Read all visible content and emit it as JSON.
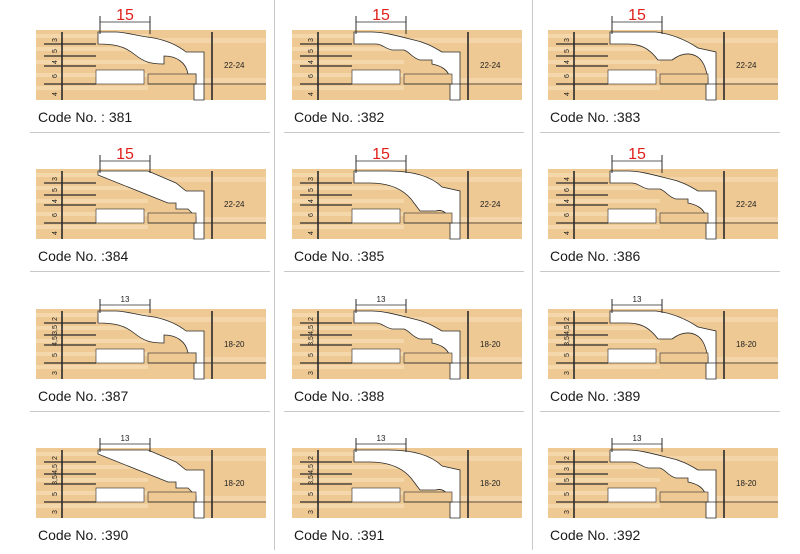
{
  "colors": {
    "wood": "#efc994",
    "wood_light": "#f7e2bd",
    "cutter": "#ffffff",
    "lines": "#2b2b2b",
    "dimension_large": "#e0201b",
    "dimension_small": "#222222"
  },
  "profiles": [
    {
      "code": "Code No. : 381",
      "width_dim": "15",
      "range": "22-24",
      "layers": [
        "3",
        "5",
        "4",
        "6",
        "4"
      ],
      "shape": "ogee"
    },
    {
      "code": "Code No. :382",
      "width_dim": "15",
      "range": "22-24",
      "layers": [
        "3",
        "5",
        "4",
        "6",
        "4"
      ],
      "shape": "step"
    },
    {
      "code": "Code No. :383",
      "width_dim": "15",
      "range": "22-24",
      "layers": [
        "3",
        "5",
        "4",
        "6",
        "4"
      ],
      "shape": "cove"
    },
    {
      "code": "Code No. :384",
      "width_dim": "15",
      "range": "22-24",
      "layers": [
        "3",
        "5",
        "4",
        "6",
        "4"
      ],
      "shape": "bevel"
    },
    {
      "code": "Code No. :385",
      "width_dim": "15",
      "range": "22-24",
      "layers": [
        "3",
        "5",
        "4",
        "6",
        "4"
      ],
      "shape": "round"
    },
    {
      "code": "Code No. :386",
      "width_dim": "15",
      "range": "22-24",
      "layers": [
        "4",
        "6",
        "4",
        "6",
        "4"
      ],
      "shape": "step"
    },
    {
      "code": "Code No. :387",
      "width_dim": "13",
      "range": "18-20",
      "layers": [
        "2",
        "3,5",
        "4,5",
        "5",
        "3"
      ],
      "shape": "ogee"
    },
    {
      "code": "Code No. :388",
      "width_dim": "13",
      "range": "18-20",
      "layers": [
        "2",
        "4,5",
        "3,5",
        "5",
        "3"
      ],
      "shape": "step"
    },
    {
      "code": "Code No. :389",
      "width_dim": "13",
      "range": "18-20",
      "layers": [
        "2",
        "4,5",
        "3,5",
        "5",
        "3"
      ],
      "shape": "cove"
    },
    {
      "code": "Code No. :390",
      "width_dim": "13",
      "range": "18-20",
      "layers": [
        "2",
        "4,5",
        "3,5",
        "5",
        "3"
      ],
      "shape": "bevel"
    },
    {
      "code": "Code No. :391",
      "width_dim": "13",
      "range": "18-20",
      "layers": [
        "2",
        "4,5",
        "3,5",
        "5",
        "3"
      ],
      "shape": "round"
    },
    {
      "code": "Code No. :392",
      "width_dim": "13",
      "range": "18-20",
      "layers": [
        "2",
        "3",
        "5",
        "5",
        "3"
      ],
      "shape": "step"
    }
  ]
}
